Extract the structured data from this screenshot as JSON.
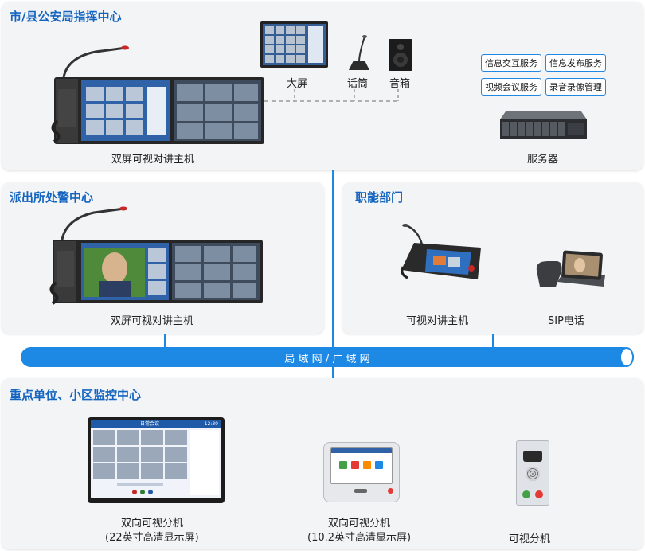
{
  "colors": {
    "accent": "#1565c0",
    "bus": "#1e88e5",
    "panel": "#f3f4f6"
  },
  "city": {
    "title": "市/县公安局指挥中心",
    "host_label": "双屏可视对讲主机",
    "bigscreen_label": "大屏",
    "mic_label": "话筒",
    "speaker_label": "音箱",
    "services": [
      "信息交互服务",
      "信息发布服务",
      "视频会议服务",
      "录音录像管理"
    ],
    "server_label": "服务器"
  },
  "police_station": {
    "title": "派出所处警中心",
    "host_label": "双屏可视对讲主机"
  },
  "functional": {
    "title": "职能部门",
    "host_label": "可视对讲主机",
    "sip_label": "SIP电话"
  },
  "network": {
    "label": "局 域 网 / 广 域 网"
  },
  "monitor": {
    "title": "重点单位、小区监控中心",
    "ext22_label1": "双向可视分机",
    "ext22_label2": "(22英寸高清显示屏)",
    "ext22_screen_title": "日常会议",
    "ext22_screen_time": "12:30",
    "ext10_label1": "双向可视分机",
    "ext10_label2": "(10.2英寸高清显示屏)",
    "ext_label": "可视分机"
  }
}
